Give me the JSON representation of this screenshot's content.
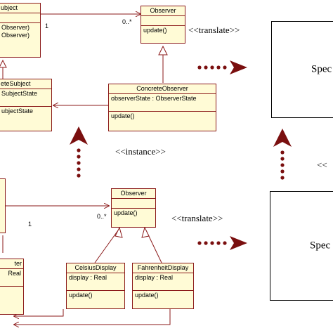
{
  "diagram": {
    "top": {
      "subject": {
        "title": "ubject",
        "ops": [
          "Observer)",
          "Observer)"
        ]
      },
      "observer": {
        "title": "Observer",
        "ops": [
          "update()"
        ]
      },
      "concrete_subject": {
        "title": "eteSubject",
        "attrs": [
          "SubjectState"
        ],
        "ops": [
          "ubjectState"
        ]
      },
      "concrete_observer": {
        "title": "ConcreteObserver",
        "attrs": [
          "observerState : ObserverState"
        ],
        "ops": [
          "update()"
        ]
      },
      "mult_one": "1",
      "mult_many": "0..*",
      "translate": "<<translate>>",
      "spec_label": "Spec"
    },
    "instance_label": "<<instance>>",
    "partial_label": "<<",
    "bottom": {
      "observer": {
        "title": "Observer",
        "ops": [
          "update()"
        ]
      },
      "celsius": {
        "title": "CelsiusDisplay",
        "attrs": [
          "display : Real"
        ],
        "ops": [
          "update()"
        ]
      },
      "fahrenheit": {
        "title": "FahrenheitDisplay",
        "attrs": [
          "display : Real"
        ],
        "ops": [
          "update()"
        ]
      },
      "left_partial": {
        "title": "ter",
        "attrs": [
          "Real"
        ]
      },
      "mult_one": "1",
      "mult_many": "0..*",
      "translate": "<<translate>>",
      "spec_label": "Spec"
    }
  }
}
